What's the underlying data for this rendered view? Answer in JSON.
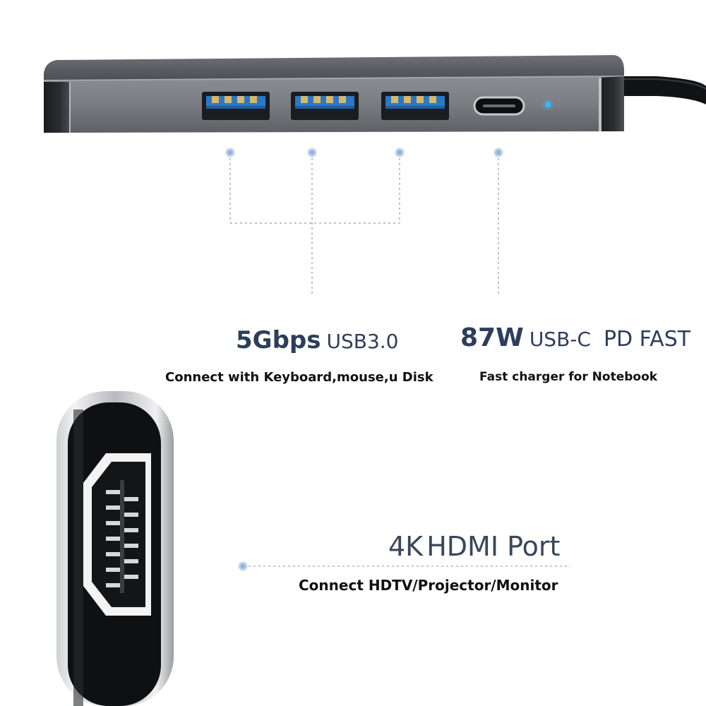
{
  "accent_color": "#3a8fd8",
  "text_color": "#2c3e5a",
  "usb3": {
    "speed": "5Gbps",
    "standard": "USB3.0",
    "caption": "Connect with Keyboard,mouse,u Disk"
  },
  "usbc": {
    "power": "87W",
    "standard": "USB-C",
    "mode": "PD FAST",
    "caption": "Fast charger for Notebook"
  },
  "hdmi": {
    "resolution": "4K",
    "name": "HDMI Port",
    "caption": "Connect HDTV/Projector/Monitor"
  }
}
